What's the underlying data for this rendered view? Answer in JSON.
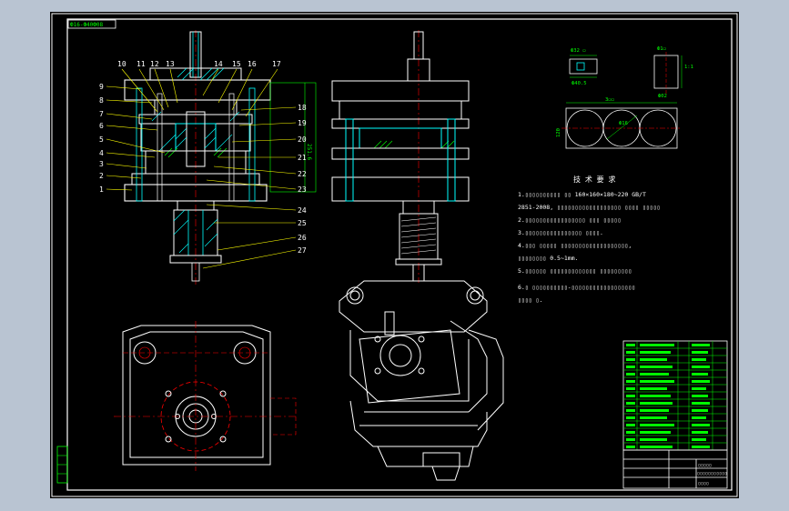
{
  "drawing": {
    "title_tag": "Ф16-Ф40Ф08",
    "section_view": {
      "part_numbers_top": [
        "10",
        "11",
        "12",
        "13",
        "14",
        "15",
        "16",
        "17"
      ],
      "part_numbers_left": [
        "9",
        "8",
        "7",
        "6",
        "5",
        "4",
        "3",
        "2",
        "1"
      ],
      "part_numbers_right": [
        "18",
        "19",
        "20",
        "21",
        "22",
        "23",
        "24",
        "25",
        "26",
        "27"
      ],
      "height_dim": "251.6"
    },
    "blank_detail": {
      "label_a": "Ф32 ▭",
      "label_b": "Ф1▭",
      "dim_a": "Ф40.5",
      "dim_b": "Ф02",
      "label_c": "1:1",
      "layout_label": "3▭▭",
      "layout_dim": "Ф16",
      "layout_w": "120"
    },
    "notes": {
      "title": "技 术 要 求",
      "lines": [
        "1.▯▯▯▯▯▯▯▯▯▯ ▯▯ 160×160×180~220 GB/T",
        "2851-2008, ▯▯▯▯▯▯▯▯▯▯▯▯▯▯▯▯▯▯ ▯▯▯▯ ▯▯▯▯▯",
        "2.▯▯▯▯▯▯▯▯▯▯▯▯▯▯▯▯▯ ▯▯▯ ▯▯▯▯▯",
        "3.▯▯▯▯▯▯▯▯▯▯▯▯▯▯▯▯ ▯▯▯▯.",
        "4.▯▯▯ ▯▯▯▯▯ ▯▯▯▯▯▯▯▯▯▯▯▯▯▯▯▯▯▯▯,",
        "  ▯▯▯▯▯▯▯▯ 0.5~1mm.",
        "5.▯▯▯▯▯▯ ▯▯▯▯▯▯▯▯▯▯▯▯▯ ▯▯▯▯▯▯▯▯▯",
        "6.▯ ▯▯▯▯▯▯▯▯▯▯-▯▯▯▯▯▯▯▯▯▯▯▯▯▯▯▯▯▯",
        "  ▯▯▯▯ ▯."
      ]
    },
    "title_block": {
      "part_name": "▯▯▯▯▯",
      "drawing_no": "▯▯▯▯▯▯▯▯▯▯▯",
      "school": "▯▯▯▯"
    }
  },
  "colors": {
    "background": "#000000",
    "outer": "#b9c4d2",
    "line": "#ffffff",
    "part": "#00ffff",
    "number": "#ffff00",
    "center": "#ff0000",
    "hatch": "#00ff00",
    "leader": "#ffff00"
  }
}
